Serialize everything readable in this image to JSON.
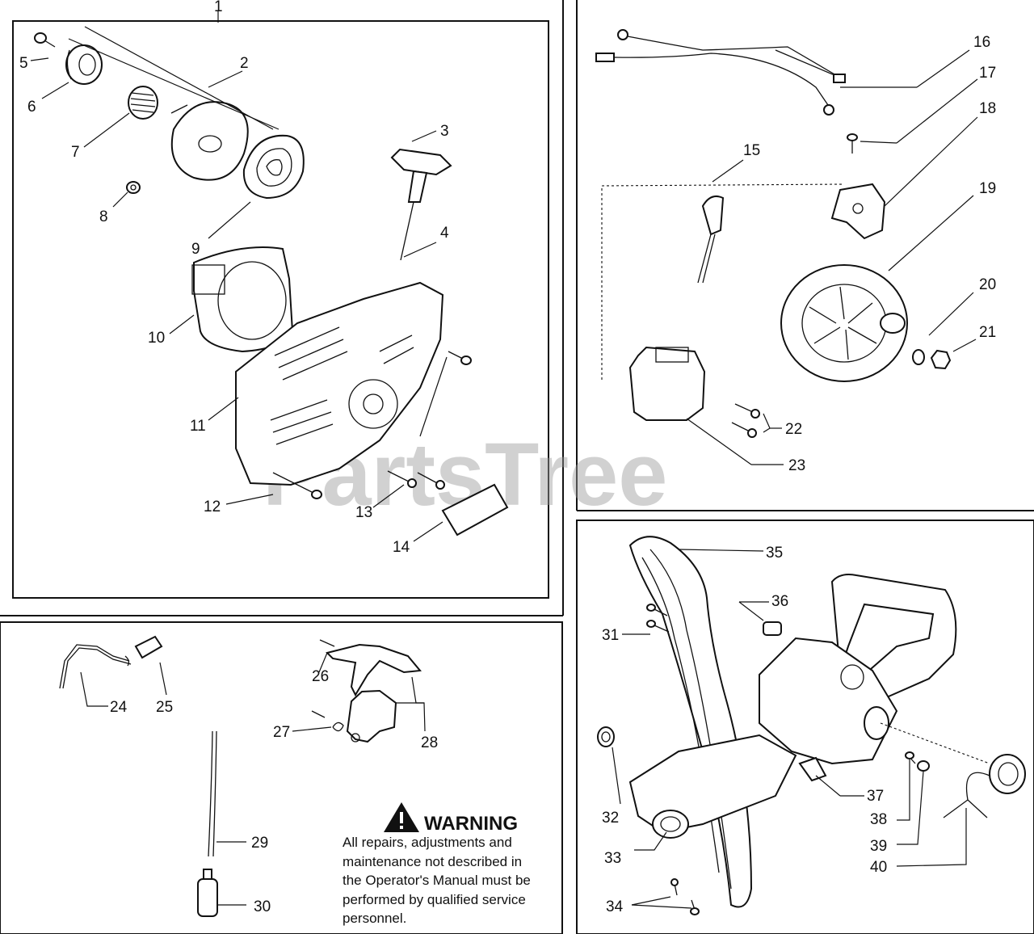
{
  "watermark": "PartsTree",
  "warning": {
    "title": "WARNING",
    "lines": [
      "All repairs, adjustments and",
      "maintenance not described in",
      "the Operator's Manual must be",
      "performed by qualified service",
      "personnel."
    ]
  },
  "callouts": [
    "1",
    "2",
    "3",
    "4",
    "5",
    "6",
    "7",
    "8",
    "9",
    "10",
    "11",
    "12",
    "13",
    "14",
    "15",
    "16",
    "17",
    "18",
    "19",
    "20",
    "21",
    "22",
    "23",
    "24",
    "25",
    "26",
    "27",
    "28",
    "29",
    "30",
    "31",
    "32",
    "33",
    "34",
    "35",
    "36",
    "37",
    "38",
    "39",
    "40"
  ]
}
